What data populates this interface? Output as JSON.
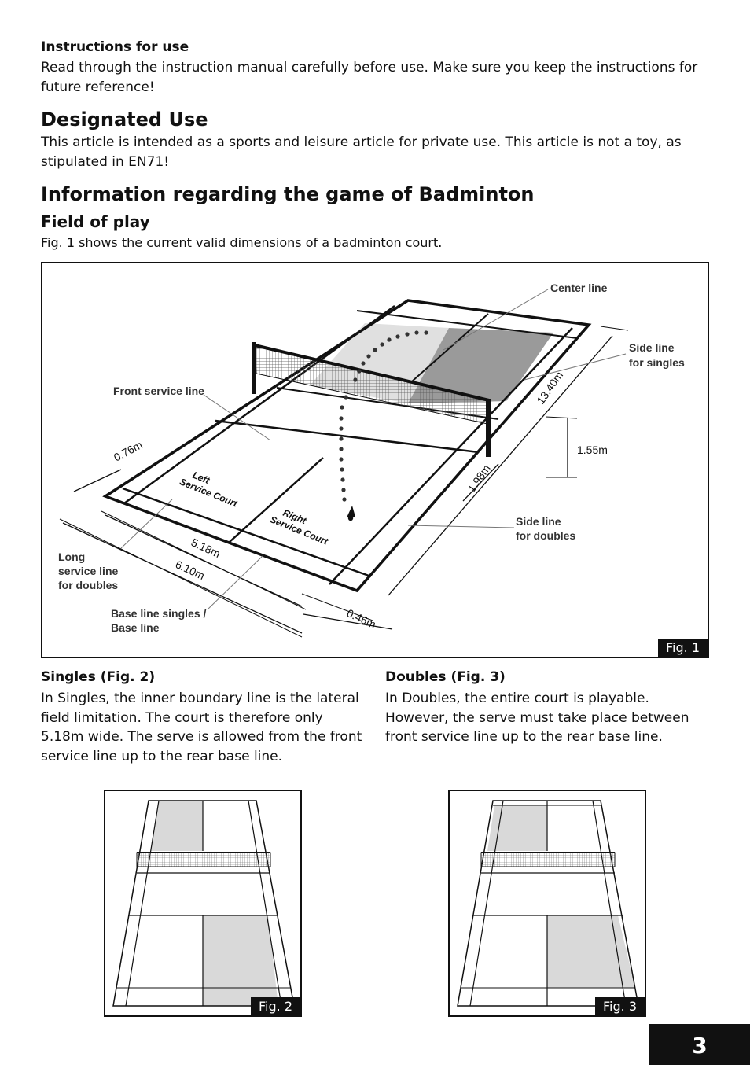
{
  "instructions": {
    "heading": "Instructions for use",
    "text": "Read through the instruction manual carefully before use. Make sure you keep the instructions for future reference!"
  },
  "designated_use": {
    "heading": "Designated Use",
    "text": "This article is intended as a sports and leisure article for private use. This article is not a toy, as stipulated in EN71!"
  },
  "badminton": {
    "heading": "Information regarding the game of Badminton",
    "field_heading": "Field of play",
    "field_text": "Fig. 1 shows the current valid dimensions of a badminton court."
  },
  "fig1": {
    "tag": "Fig. 1",
    "labels": {
      "center_line": "Center line",
      "side_line_singles_1": "Side line",
      "side_line_singles_2": "for singles",
      "front_service_line": "Front service line",
      "side_line_doubles_1": "Side line",
      "side_line_doubles_2": "for doubles",
      "long_service_1": "Long",
      "long_service_2": "service line",
      "long_service_3": "for doubles",
      "base_line_1": "Base line singles /",
      "base_line_2": "Base line",
      "left_court_1": "Left",
      "left_court_2": "Service Court",
      "right_court_1": "Right",
      "right_court_2": "Service Court"
    },
    "dims": {
      "d_076": "0.76m",
      "d_518": "5.18m",
      "d_610": "6.10m",
      "d_046": "0.46m",
      "d_198": "1.98m",
      "d_1340": "13.40m",
      "d_155": "1.55m"
    }
  },
  "singles": {
    "heading": "Singles (Fig. 2)",
    "text": "In Singles, the inner boundary line is the lateral field limitation. The court is therefore only 5.18m wide. The serve is allowed from the front service line up to the rear base line."
  },
  "doubles": {
    "heading": "Doubles (Fig. 3)",
    "text": "In Doubles, the entire court is playable. However, the serve must take place between front service line up to the rear base line."
  },
  "fig2": {
    "tag": "Fig. 2"
  },
  "fig3": {
    "tag": "Fig. 3"
  },
  "page_number": "3"
}
